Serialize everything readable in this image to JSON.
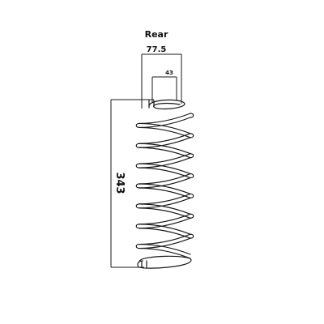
{
  "title": "Rear",
  "dimensions": {
    "outer_diameter": "77.5",
    "inner_dimension": "43",
    "free_length": "343"
  },
  "colors": {
    "line": "#1a1a1a",
    "background": "#ffffff"
  }
}
